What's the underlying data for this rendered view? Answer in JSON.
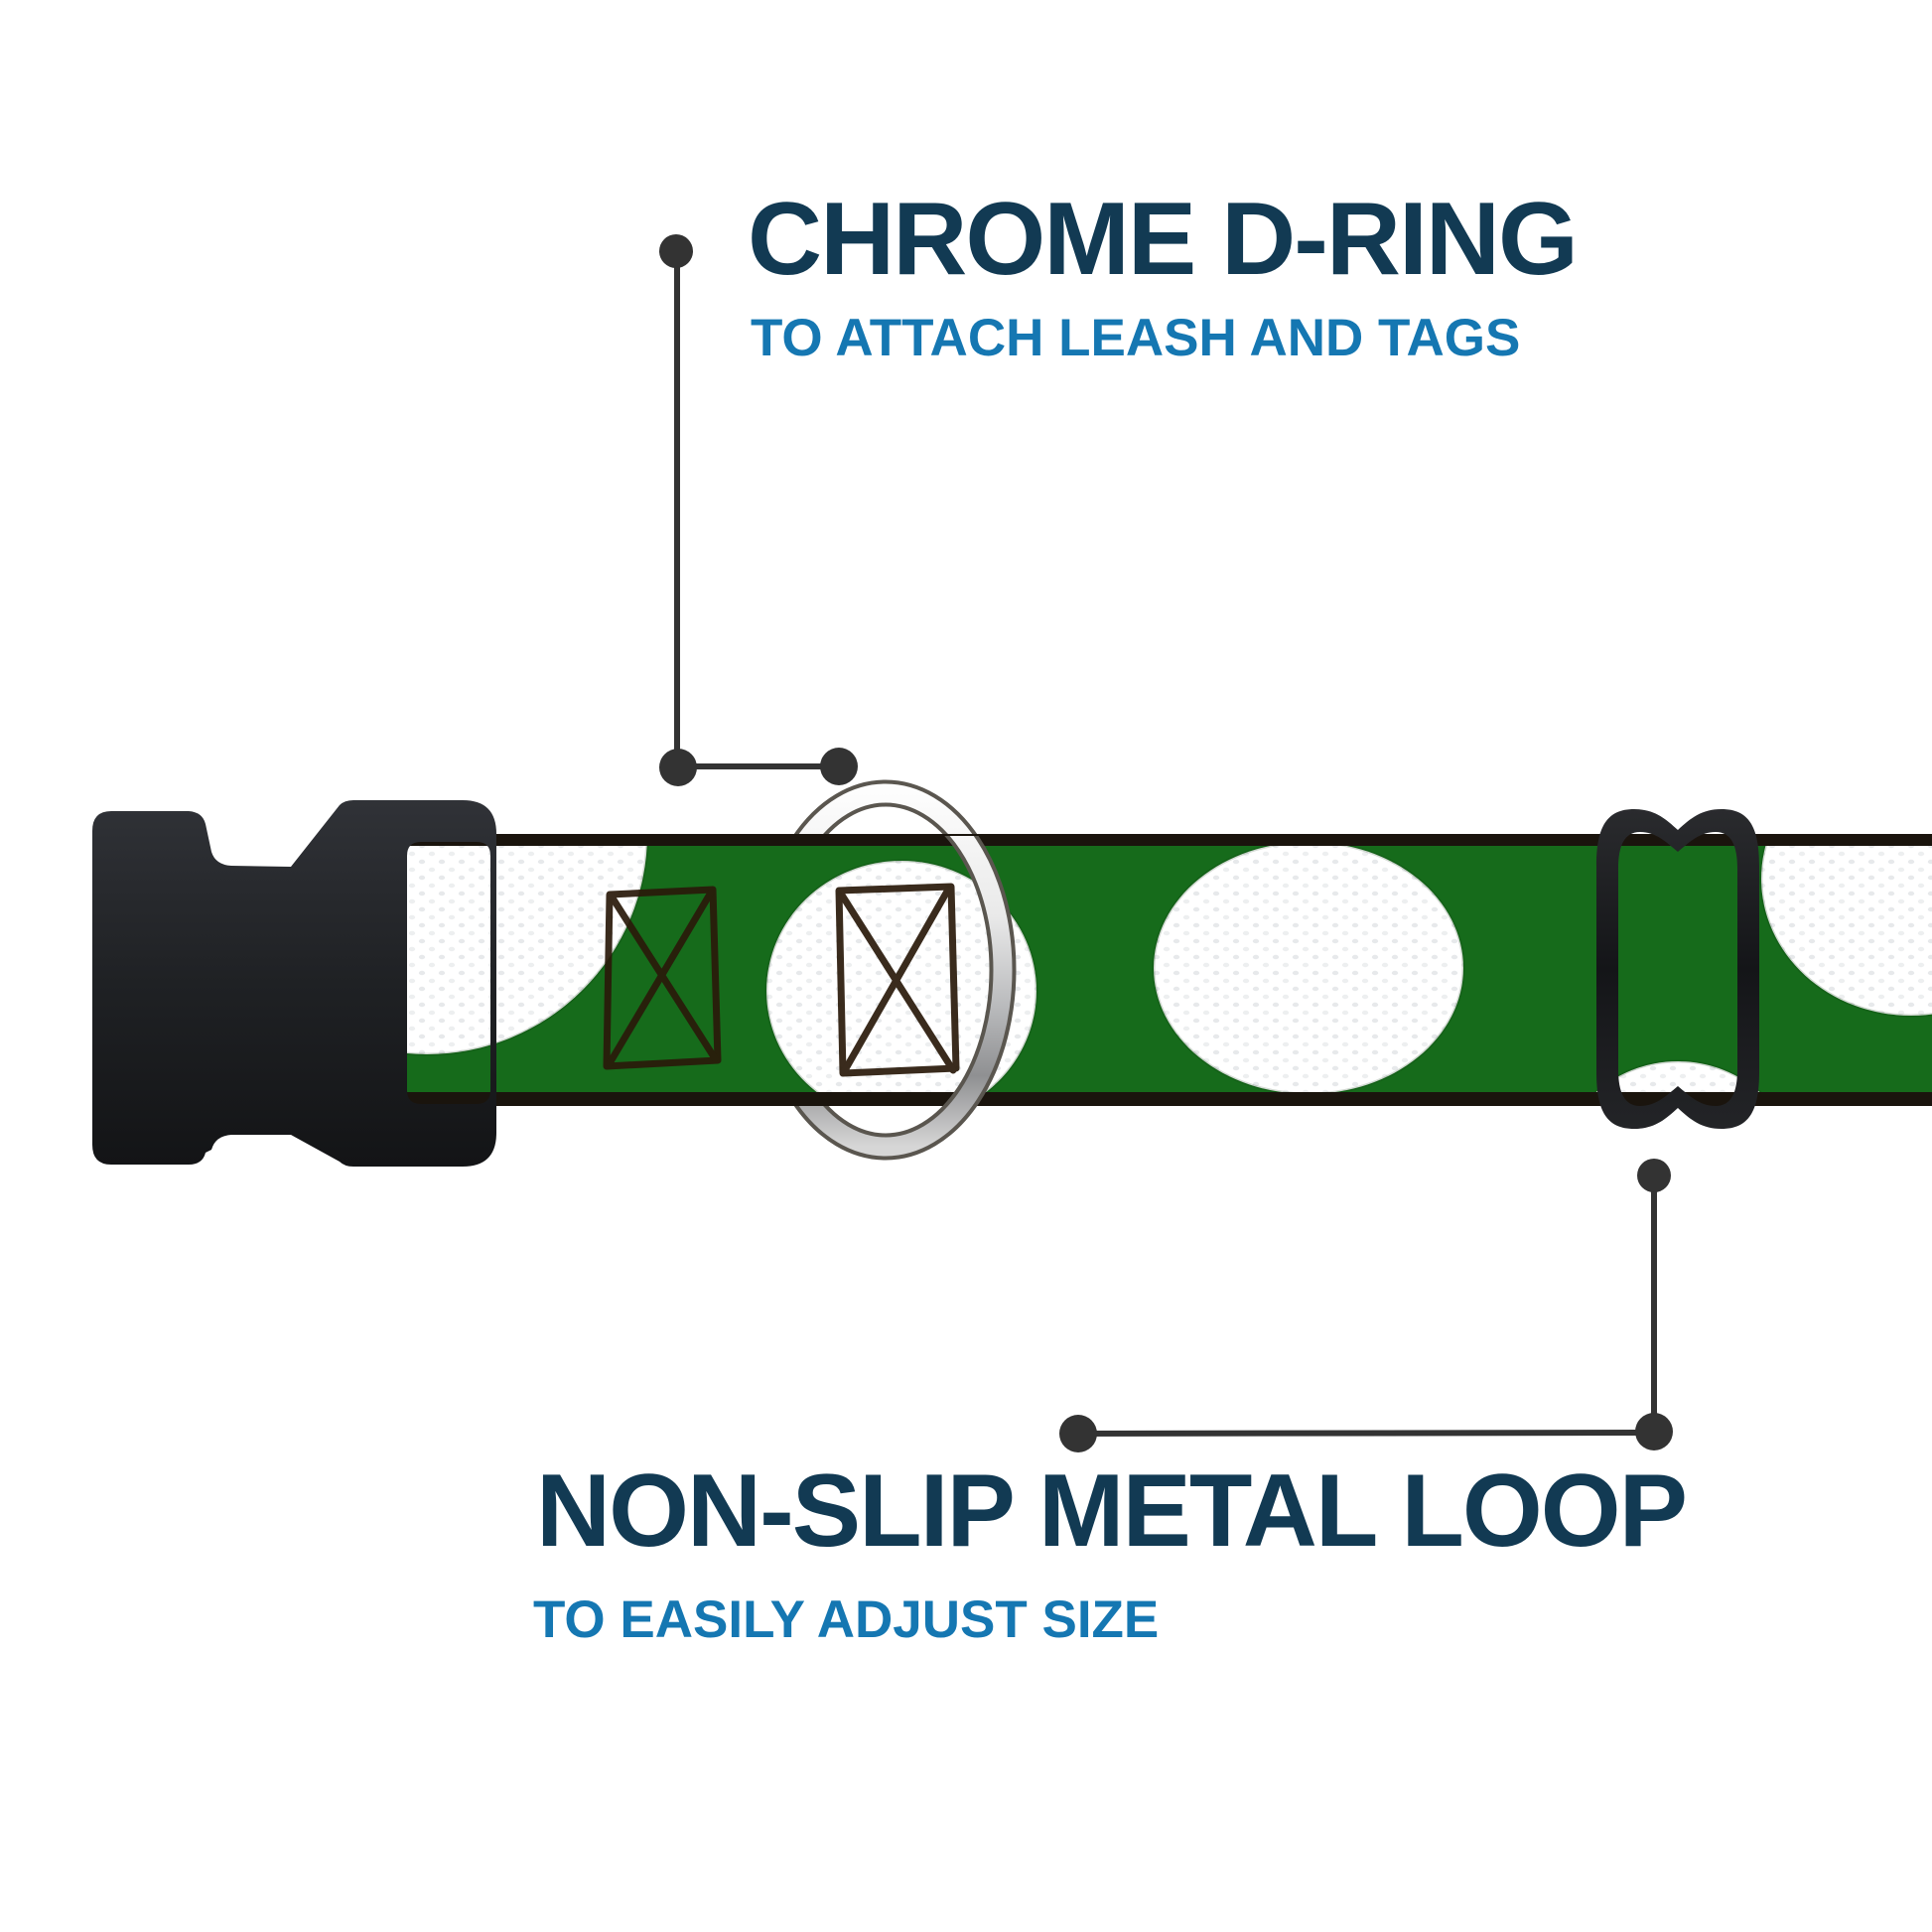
{
  "annotations": {
    "top": {
      "title": "CHROME D-RING",
      "subtitle": "TO ATTACH LEASH AND TAGS"
    },
    "bottom": {
      "title": "NON-SLIP METAL LOOP",
      "subtitle": "TO EASILY ADJUST SIZE"
    }
  },
  "product": {
    "description": "dog collar with golf ball pattern webbing",
    "parts": {
      "buckle": "black side-release buckle",
      "d_ring": "chrome d-ring",
      "slider": "non-slip metal loop slider",
      "webbing": "green webbing with white golf balls and stitch boxes"
    }
  },
  "colors": {
    "title_color": "#123a53",
    "subtitle_color": "#1577b2",
    "leader_color": "#333333",
    "webbing_green": "#166b1b",
    "band_edge": "#1a140d",
    "ball_white": "#ffffff",
    "stitch_brown": "#2a1a0a",
    "background": "#ffffff"
  }
}
